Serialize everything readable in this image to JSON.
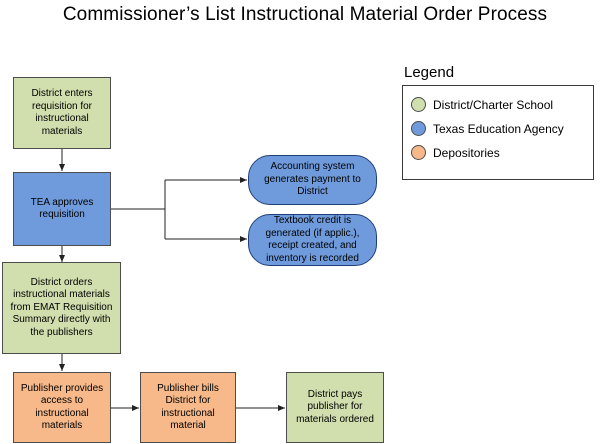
{
  "title": "Commissioner’s List Instructional Material Order Process",
  "boxes": {
    "district_requisition": "District enters\nrequisition for\ninstructional\nmaterials",
    "tea_approves": "TEA approves\nrequisition",
    "accounting": "Accounting system\ngenerates payment to\nDistrict",
    "textbook_credit": "Textbook credit is\ngenerated (if applic.),\nreceipt created, and\ninventory is recorded",
    "district_orders": "District orders\ninstructional materials\nfrom EMAT Requisition\nSummary directly with\nthe publishers",
    "publisher_access": "Publisher provides\naccess to\ninstructional\nmaterials",
    "publisher_bills": "Publisher bills\nDistrict for\ninstructional\nmaterial",
    "district_pays": "District pays\npublisher for\nmaterials ordered"
  },
  "legend": {
    "title": "Legend",
    "items": [
      {
        "label": "District/Charter School",
        "color": "#d1dfae"
      },
      {
        "label": "Texas Education Agency",
        "color": "#6f9bdc"
      },
      {
        "label": "Depositories",
        "color": "#f7b98a"
      }
    ]
  },
  "colors": {
    "district": "#d1dfae",
    "tea": "#6f9bdc",
    "depository": "#f7b98a",
    "connector": "#222222"
  }
}
